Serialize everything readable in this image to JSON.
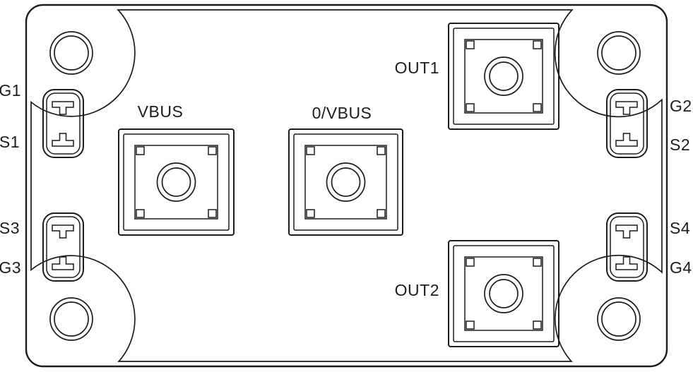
{
  "diagram": {
    "type": "power-module-package-top-view",
    "pin_labels": {
      "g1": "G1",
      "s1": "S1",
      "s3": "S3",
      "g3": "G3",
      "g2": "G2",
      "s2": "S2",
      "s4": "S4",
      "g4": "G4"
    },
    "terminal_labels": {
      "vbus": "VBUS",
      "zero_vbus": "0/VBUS",
      "out1": "OUT1",
      "out2": "OUT2"
    },
    "colors": {
      "line": "#1c1c1c",
      "background": "#ffffff"
    }
  }
}
